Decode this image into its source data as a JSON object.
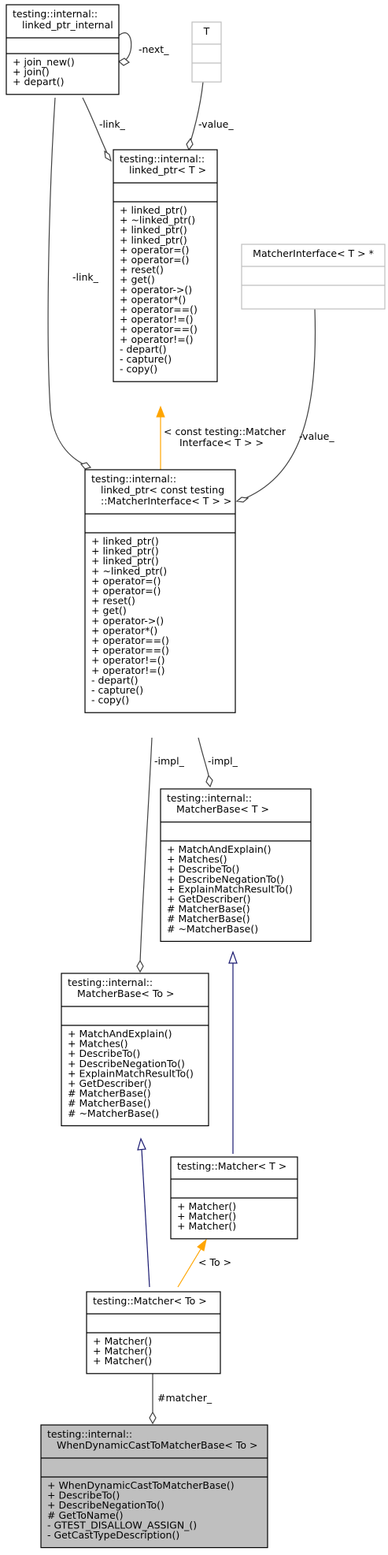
{
  "colors": {
    "focus_fill": "#bfbfbf",
    "template_edge": "#ffa500",
    "inherit_edge": "#191970",
    "usage_edge": "#404040",
    "external_border": "#bfbfbf"
  },
  "nodes": {
    "linked_ptr_internal": {
      "title": [
        "testing::internal::",
        "linked_ptr_internal"
      ],
      "attrs": [],
      "methods": [
        "+ join_new()",
        "+ join()",
        "+ depart()"
      ]
    },
    "T": {
      "title": [
        "T"
      ],
      "attrs": [],
      "methods": []
    },
    "linked_ptr_T": {
      "title": [
        "testing::internal::",
        "linked_ptr< T >"
      ],
      "attrs": [],
      "methods": [
        "+ linked_ptr()",
        "+ ~linked_ptr()",
        "+ linked_ptr()",
        "+ linked_ptr()",
        "+ operator=()",
        "+ operator=()",
        "+ reset()",
        "+ get()",
        "+ operator->()",
        "+ operator*()",
        "+ operator==()",
        "+ operator!=()",
        "+ operator==()",
        "+ operator!=()",
        "- depart()",
        "- capture()",
        "- copy()"
      ]
    },
    "MatcherInterface_T": {
      "title": [
        "MatcherInterface< T > *"
      ],
      "attrs": [],
      "methods": []
    },
    "linked_ptr_MI": {
      "title": [
        "testing::internal::",
        "linked_ptr< const testing",
        "::MatcherInterface< T > >"
      ],
      "attrs": [],
      "methods": [
        "+ linked_ptr()",
        "+ linked_ptr()",
        "+ linked_ptr()",
        "+ ~linked_ptr()",
        "+ operator=()",
        "+ operator=()",
        "+ reset()",
        "+ get()",
        "+ operator->()",
        "+ operator*()",
        "+ operator==()",
        "+ operator==()",
        "+ operator!=()",
        "+ operator!=()",
        "- depart()",
        "- capture()",
        "- copy()"
      ]
    },
    "MatcherBase_T": {
      "title": [
        "testing::internal::",
        "MatcherBase< T >"
      ],
      "attrs": [],
      "methods": [
        "+ MatchAndExplain()",
        "+ Matches()",
        "+ DescribeTo()",
        "+ DescribeNegationTo()",
        "+ ExplainMatchResultTo()",
        "+ GetDescriber()",
        "# MatcherBase()",
        "# MatcherBase()",
        "# ~MatcherBase()"
      ]
    },
    "MatcherBase_To": {
      "title": [
        "testing::internal::",
        "MatcherBase< To >"
      ],
      "attrs": [],
      "methods": [
        "+ MatchAndExplain()",
        "+ Matches()",
        "+ DescribeTo()",
        "+ DescribeNegationTo()",
        "+ ExplainMatchResultTo()",
        "+ GetDescriber()",
        "# MatcherBase()",
        "# MatcherBase()",
        "# ~MatcherBase()"
      ]
    },
    "Matcher_T": {
      "title": [
        "testing::Matcher< T >"
      ],
      "attrs": [],
      "methods": [
        "+ Matcher()",
        "+ Matcher()",
        "+ Matcher()"
      ]
    },
    "Matcher_To": {
      "title": [
        "testing::Matcher< To >"
      ],
      "attrs": [],
      "methods": [
        "+ Matcher()",
        "+ Matcher()",
        "+ Matcher()"
      ]
    },
    "WhenDynamicCast": {
      "title": [
        "testing::internal::",
        "WhenDynamicCastToMatcherBase< To >"
      ],
      "attrs": [],
      "methods": [
        "+ WhenDynamicCastToMatcherBase()",
        "+ DescribeTo()",
        "+ DescribeNegationTo()",
        "# GetToName()",
        "- GTEST_DISALLOW_ASSIGN_()",
        "- GetCastTypeDescription()"
      ]
    }
  },
  "edge_labels": {
    "next": "-next_",
    "link_a": "-link_",
    "value_T": "-value_",
    "link_b": "-link_",
    "template_mi": [
      "< const testing::Matcher",
      "Interface< T > >"
    ],
    "value_mi": "-value_",
    "impl_a": "-impl_",
    "impl_b": "-impl_",
    "template_to": "< To >",
    "matcher": "#matcher_"
  }
}
